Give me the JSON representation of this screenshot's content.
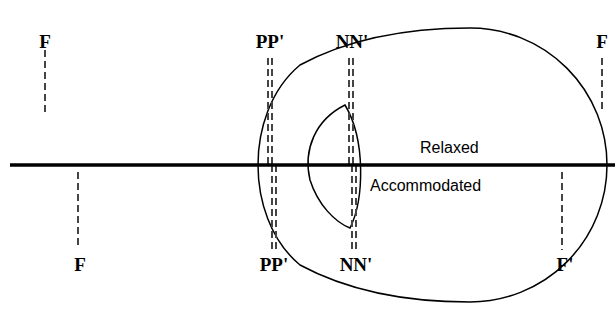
{
  "diagram": {
    "labels": [
      "F",
      "PP'",
      "NN'",
      "F",
      "Relaxed",
      "Accommodated",
      "F",
      "PP'",
      "NN'",
      "F'"
    ]
  }
}
